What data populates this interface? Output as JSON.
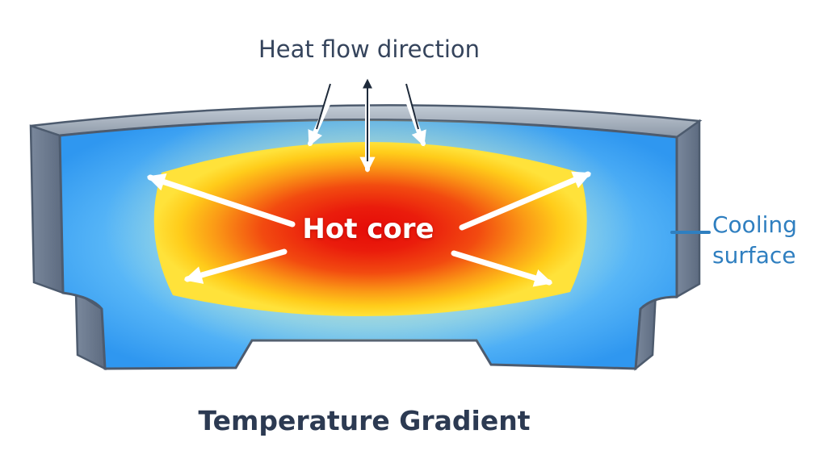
{
  "labels": {
    "heat_flow": "Heat flow direction",
    "hot_core": "Hot core",
    "cooling_line1": "Cooling",
    "cooling_line2": "surface",
    "title": "Temperature Gradient"
  },
  "colors": {
    "cold": "#2f97f0",
    "warm": "#ffd21a",
    "hot": "#e8100a",
    "frame": "#6e7d92",
    "text_dark": "#35445c",
    "text_blue": "#2f7fc0"
  },
  "icons": {
    "arrow": "white-arrow",
    "pointer": "thin-pointer"
  }
}
